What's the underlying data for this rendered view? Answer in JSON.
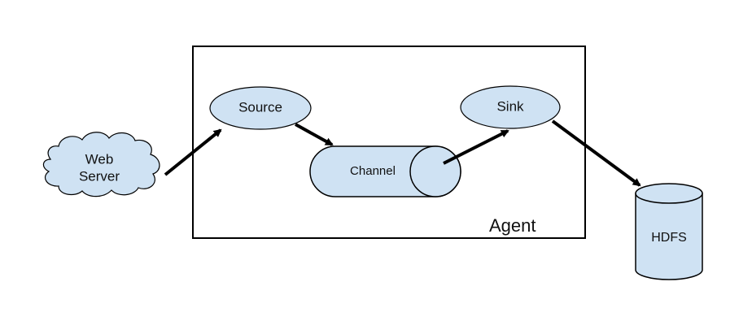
{
  "diagram": {
    "web_server": {
      "line1": "Web",
      "line2": "Server"
    },
    "agent": {
      "label": "Agent"
    },
    "source": {
      "label": "Source"
    },
    "channel": {
      "label": "Channel"
    },
    "sink": {
      "label": "Sink"
    },
    "hdfs": {
      "label": "HDFS"
    }
  },
  "colors": {
    "node_fill": "#cfe2f3",
    "stroke": "#000000"
  }
}
